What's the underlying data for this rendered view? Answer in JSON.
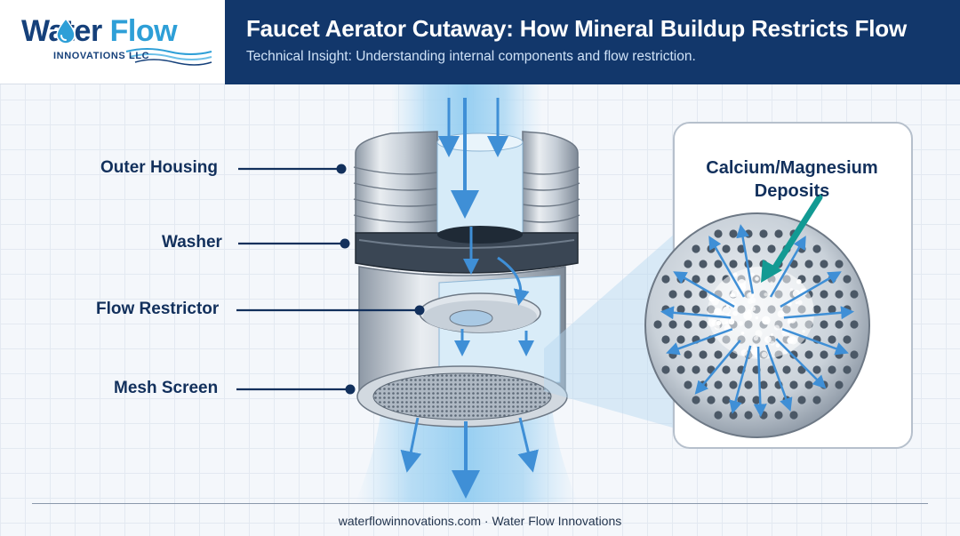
{
  "brand": {
    "logo_word_1": "Water",
    "logo_word_2": "Flow",
    "logo_sub": "INNOVATIONS LLC"
  },
  "header": {
    "title": "Faucet Aerator Cutaway: How Mineral Buildup Restricts Flow",
    "subtitle": "Technical Insight: Understanding internal components and flow restriction."
  },
  "labels": {
    "outer_housing": "Outer Housing",
    "washer": "Washer",
    "flow_restrictor": "Flow Restrictor",
    "mesh_screen": "Mesh Screen"
  },
  "zoom": {
    "title_line_1": "Calcium/Magnesium",
    "title_line_2": "Deposits"
  },
  "footer": {
    "text": "waterflowinnovations.com · Water Flow Innovations"
  },
  "colors": {
    "navy": "#12376b",
    "water_blue": "#2e9fd7",
    "teal_arrow": "#129a93",
    "housing_gray": "#b9c2cc"
  }
}
